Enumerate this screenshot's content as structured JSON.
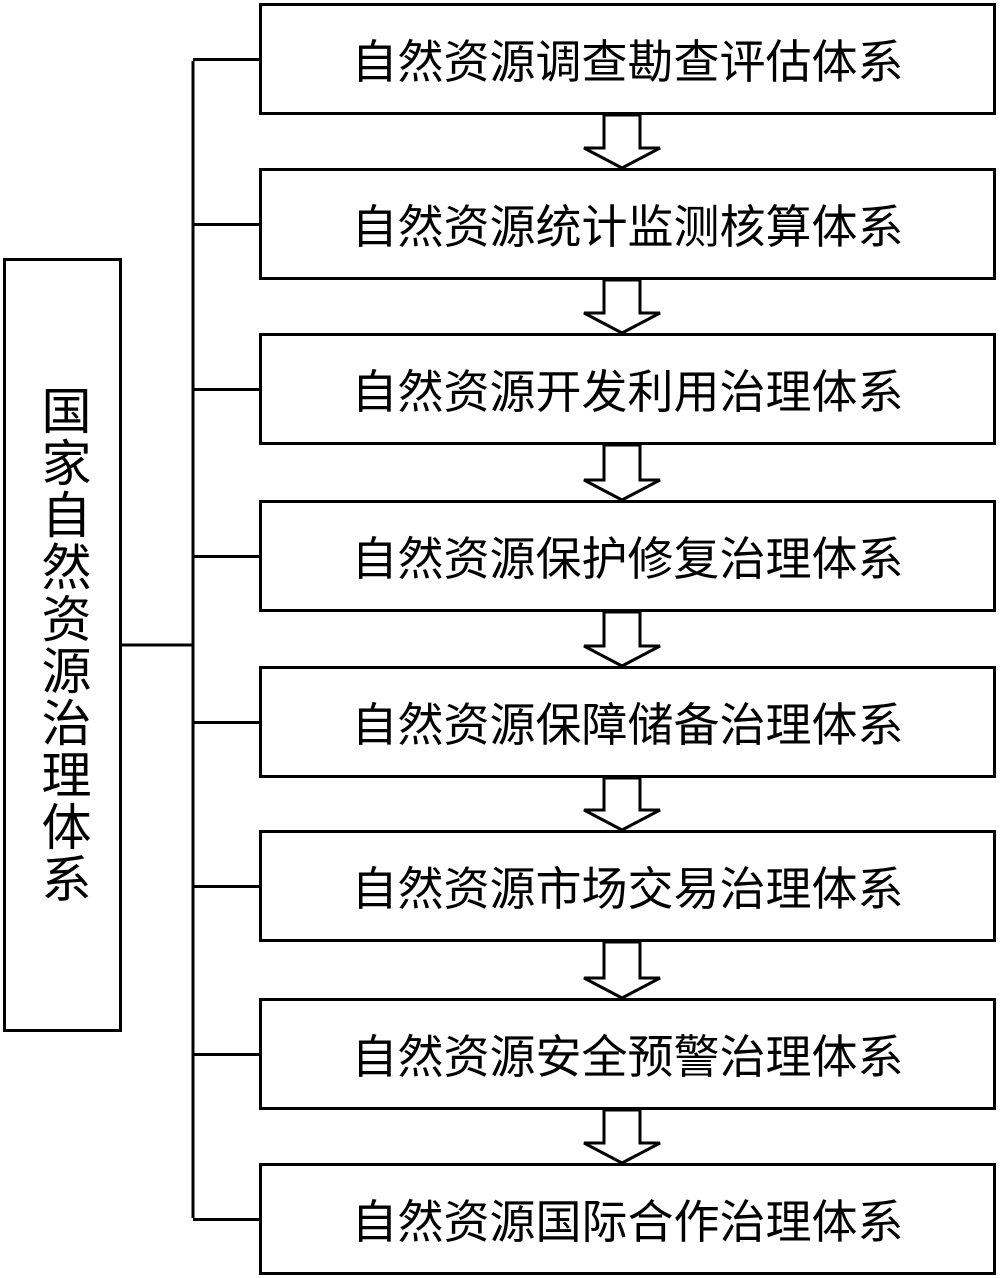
{
  "root": {
    "label": "国家自然资源治理体系"
  },
  "subsystems": [
    {
      "label": "自然资源调查勘查评估体系"
    },
    {
      "label": "自然资源统计监测核算体系"
    },
    {
      "label": "自然资源开发利用治理体系"
    },
    {
      "label": "自然资源保护修复治理体系"
    },
    {
      "label": "自然资源保障储备治理体系"
    },
    {
      "label": "自然资源市场交易治理体系"
    },
    {
      "label": "自然资源安全预警治理体系"
    },
    {
      "label": "自然资源国际合作治理体系"
    }
  ]
}
